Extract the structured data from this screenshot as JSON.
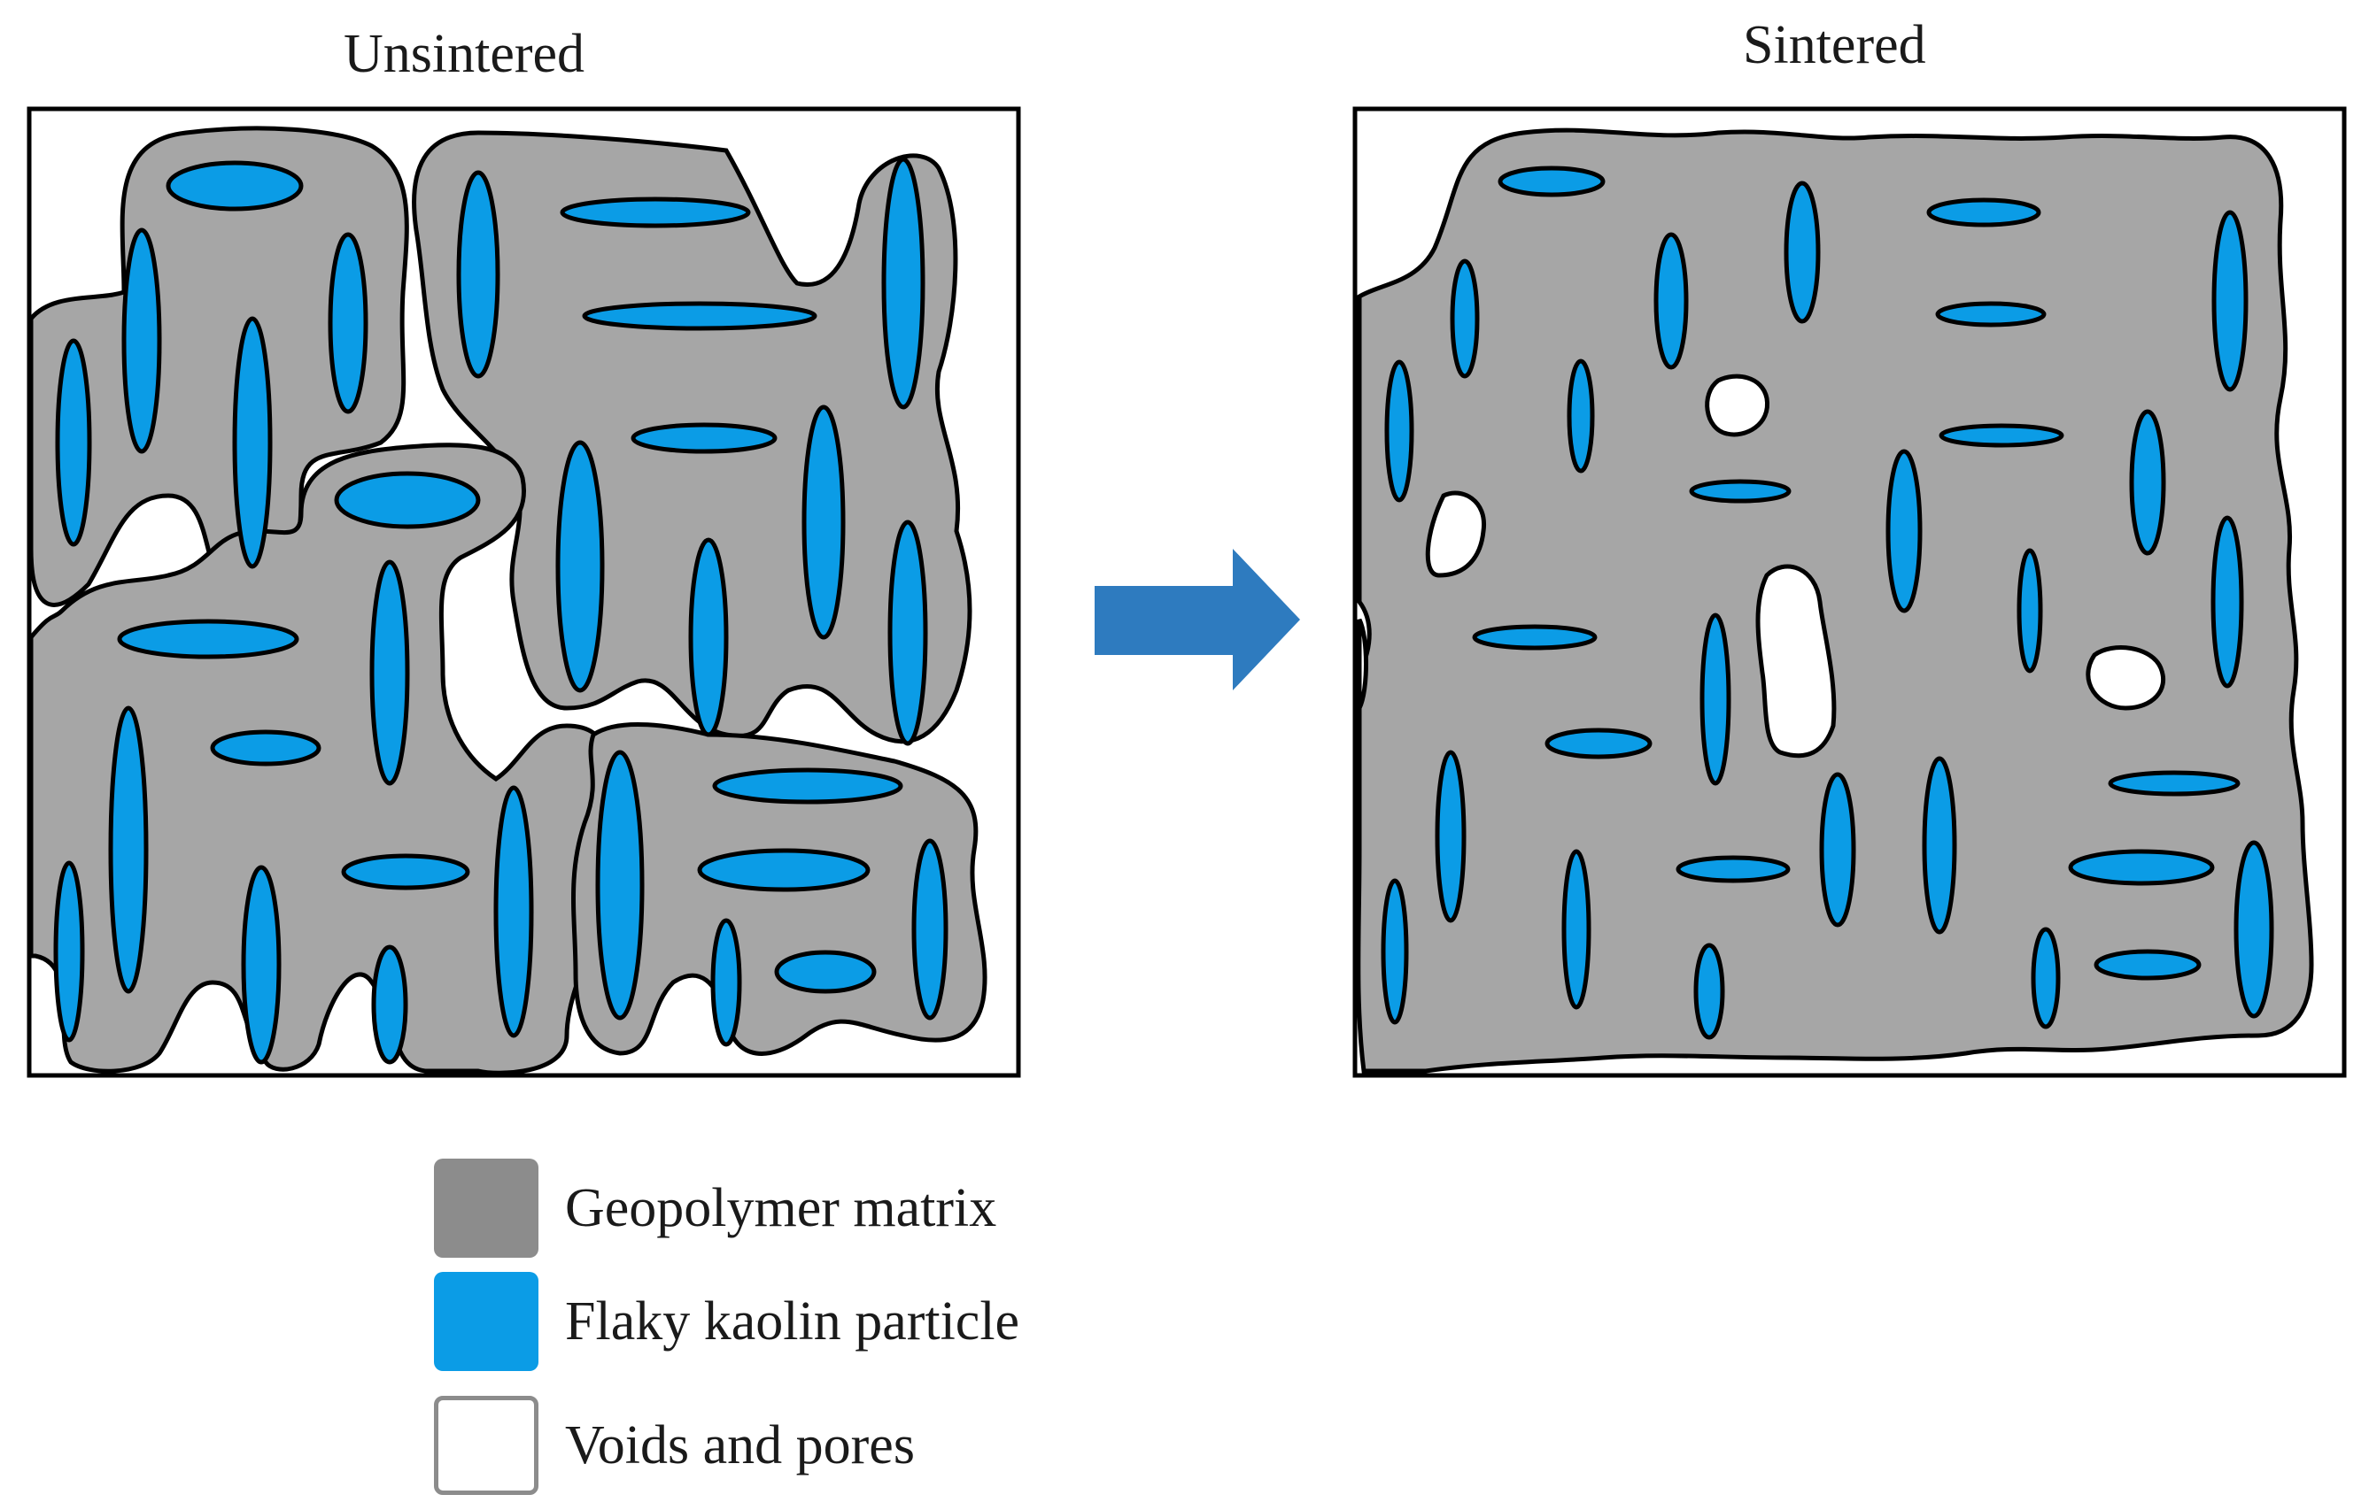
{
  "panels": {
    "left_title": "Unsintered",
    "right_title": "Sintered"
  },
  "legend": [
    {
      "label": "Geopolymer matrix",
      "color": "#8c8c8c",
      "key": "matrix"
    },
    {
      "label": "Flaky kaolin particle",
      "color": "#0b9ce6",
      "key": "particle"
    },
    {
      "label": "Voids and pores",
      "color": "#ffffff",
      "key": "void"
    }
  ],
  "colors": {
    "matrix": "#a6a6a6",
    "particle": "#0b9ce6",
    "outline": "#000000",
    "arrow": "#2e7bbf"
  },
  "arrow_icon": "right-arrow-icon"
}
